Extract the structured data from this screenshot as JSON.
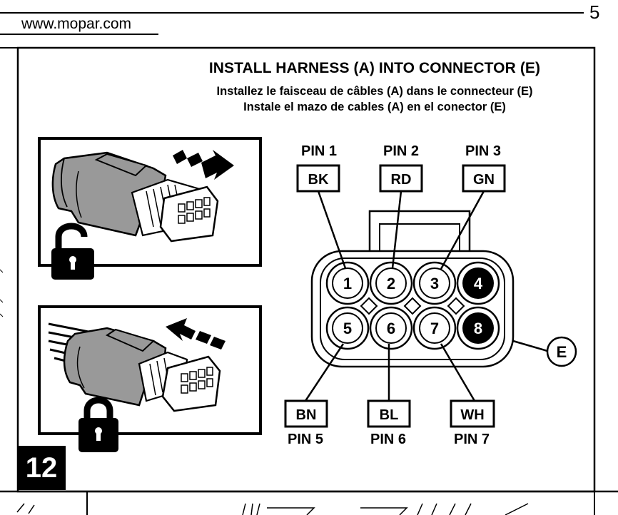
{
  "header": {
    "website": "www.mopar.com",
    "page_number": "5"
  },
  "instructions": {
    "title_en": "INSTALL HARNESS (A) INTO CONNECTOR (E)",
    "title_fr": "Installez le faisceau de câbles (A) dans le connecteur (E)",
    "title_es": "Instale el mazo de cables (A) en el conector (E)"
  },
  "step": {
    "number": "12"
  },
  "connector": {
    "label": "E",
    "top_pins": [
      {
        "pin_label": "PIN 1",
        "wire": "BK"
      },
      {
        "pin_label": "PIN 2",
        "wire": "RD"
      },
      {
        "pin_label": "PIN 3",
        "wire": "GN"
      }
    ],
    "bottom_pins": [
      {
        "pin_label": "PIN 5",
        "wire": "BN"
      },
      {
        "pin_label": "PIN 6",
        "wire": "BL"
      },
      {
        "pin_label": "PIN 7",
        "wire": "WH"
      }
    ],
    "cavities": [
      "1",
      "2",
      "3",
      "4",
      "5",
      "6",
      "7",
      "8"
    ]
  },
  "icons": {
    "unlock": "unlocked-padlock-icon",
    "lock": "locked-padlock-icon"
  },
  "colors": {
    "ink": "#000000",
    "connector_body": "#999999",
    "paper": "#ffffff"
  }
}
